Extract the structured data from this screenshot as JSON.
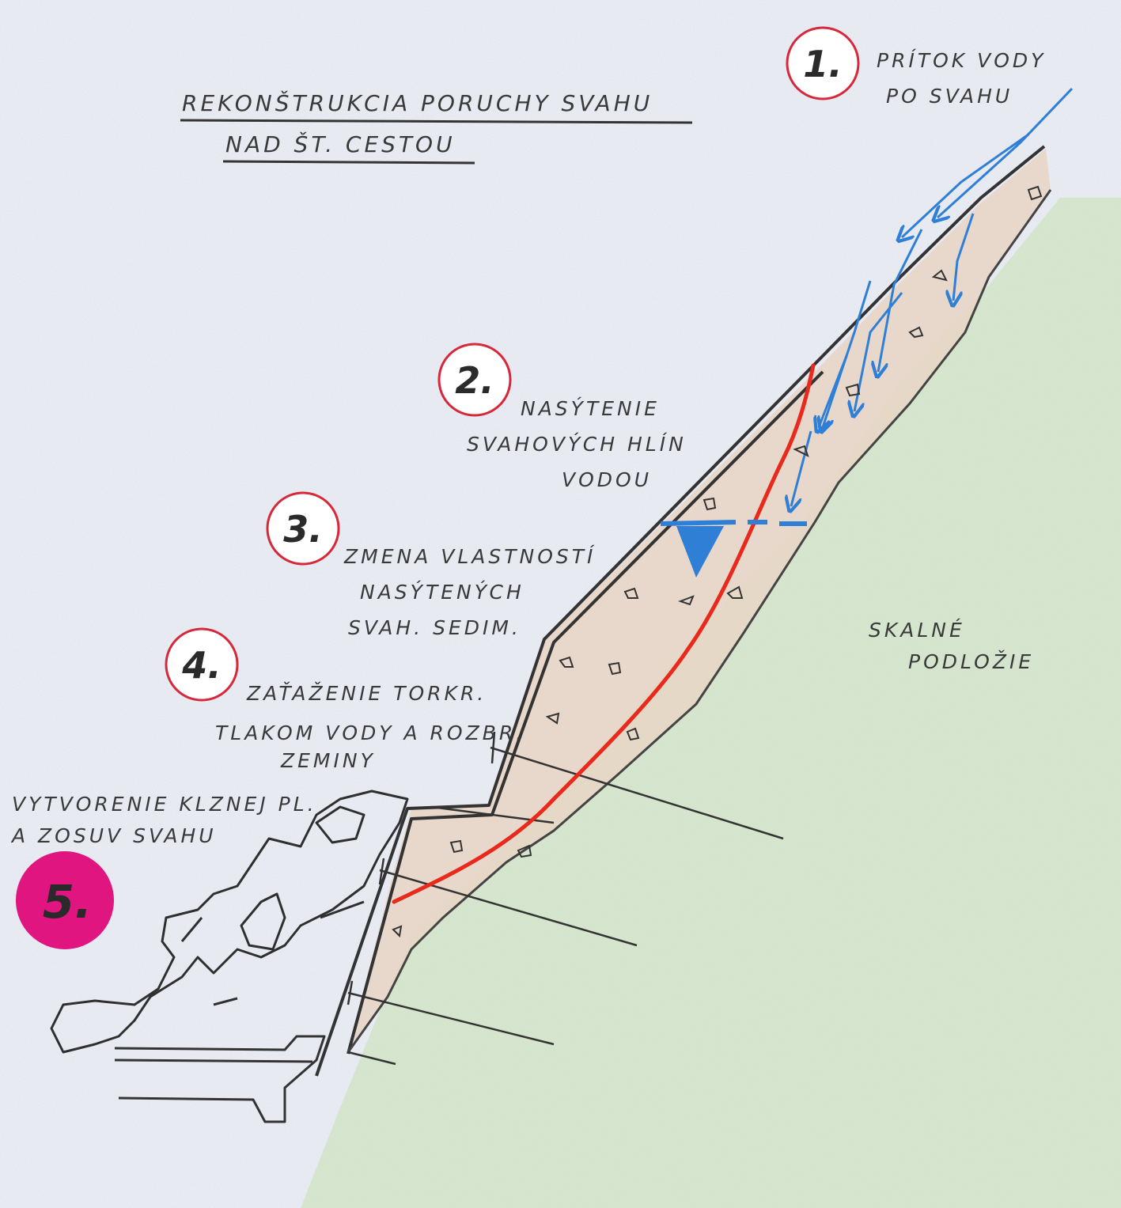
{
  "title": {
    "line1": "REKONŠTRUKCIA PORUCHY SVAHU",
    "line2": "NAD ŠT. CESTOU"
  },
  "steps": [
    {
      "number": "1.",
      "lines": [
        "PRÍTOK VODY",
        "PO SVAHU"
      ]
    },
    {
      "number": "2.",
      "lines": [
        "NASÝTENIE",
        "SVAHOVÝCH HLÍN",
        "VODOU"
      ]
    },
    {
      "number": "3.",
      "lines": [
        "ZMENA VLASTNOSTÍ",
        "NASÝTENÝCH",
        "SVAH. SEDIM."
      ]
    },
    {
      "number": "4.",
      "lines": [
        "ZAŤAŽENIE TORKR.",
        "TLAKOM VODY A ROZBR.",
        "ZEMINY"
      ]
    },
    {
      "number": "5.",
      "lines": [
        "VYTVORENIE KLZNEJ PL.",
        "A ZOSUV SVAHU"
      ]
    }
  ],
  "bedrock": {
    "lines": [
      "SKALNÉ",
      "PODLOŽIE"
    ]
  },
  "colors": {
    "paper": "#eef0f6",
    "soil": "#e8d6c6",
    "bedrock": "#cfe3c0",
    "water": "#2f7fd6",
    "slip_surface": "#e8291c",
    "marker_ring": "#d6283a",
    "marker5_fill": "#e0157f",
    "pencil": "#333333"
  }
}
